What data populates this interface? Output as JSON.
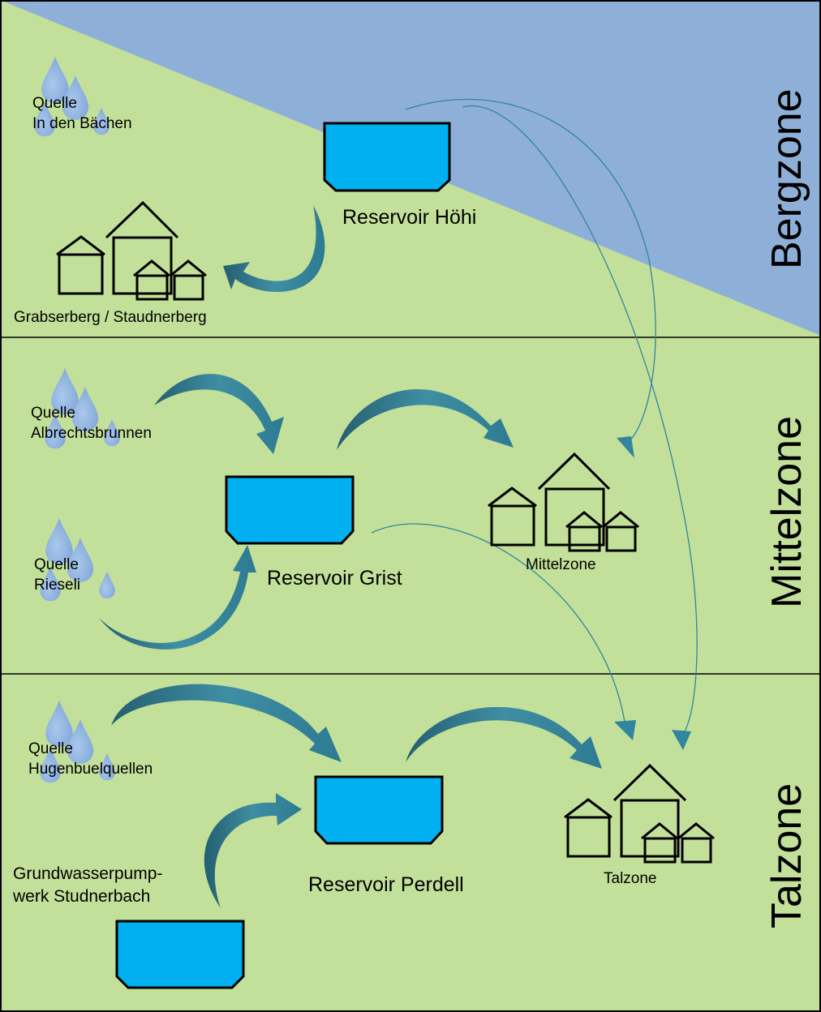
{
  "zones": {
    "berg": "Bergzone",
    "mittel": "Mittelzone",
    "tal": "Talzone"
  },
  "sources": {
    "baechen": [
      "Quelle",
      "In den Bächen"
    ],
    "albrechts": [
      "Quelle",
      "Albrechtsbrunnen"
    ],
    "rieseli": [
      "Quelle",
      "Rieseli"
    ],
    "hugenbuel": [
      "Quelle",
      "Hugenbuelquellen"
    ],
    "grundwasser": [
      "Grundwasserpump-",
      "werk Studnerbach"
    ]
  },
  "reservoirs": {
    "hoehi": "Reservoir Höhi",
    "grist": "Reservoir Grist",
    "perdell": "Reservoir Perdell"
  },
  "settlements": {
    "grabserberg": "Grabserberg / Staudnerberg",
    "mittelzone": "Mittelzone",
    "talzone": "Talzone"
  },
  "colors": {
    "green_zone": "#c3e09a",
    "blue_zone": "#8eb0d8",
    "reservoir": "#00b0f0",
    "arrow": "#31859c",
    "drop": "#8fb3e0"
  },
  "icons": [
    "water-drop-icon",
    "house-icon",
    "reservoir-icon",
    "flow-arrow-icon"
  ]
}
